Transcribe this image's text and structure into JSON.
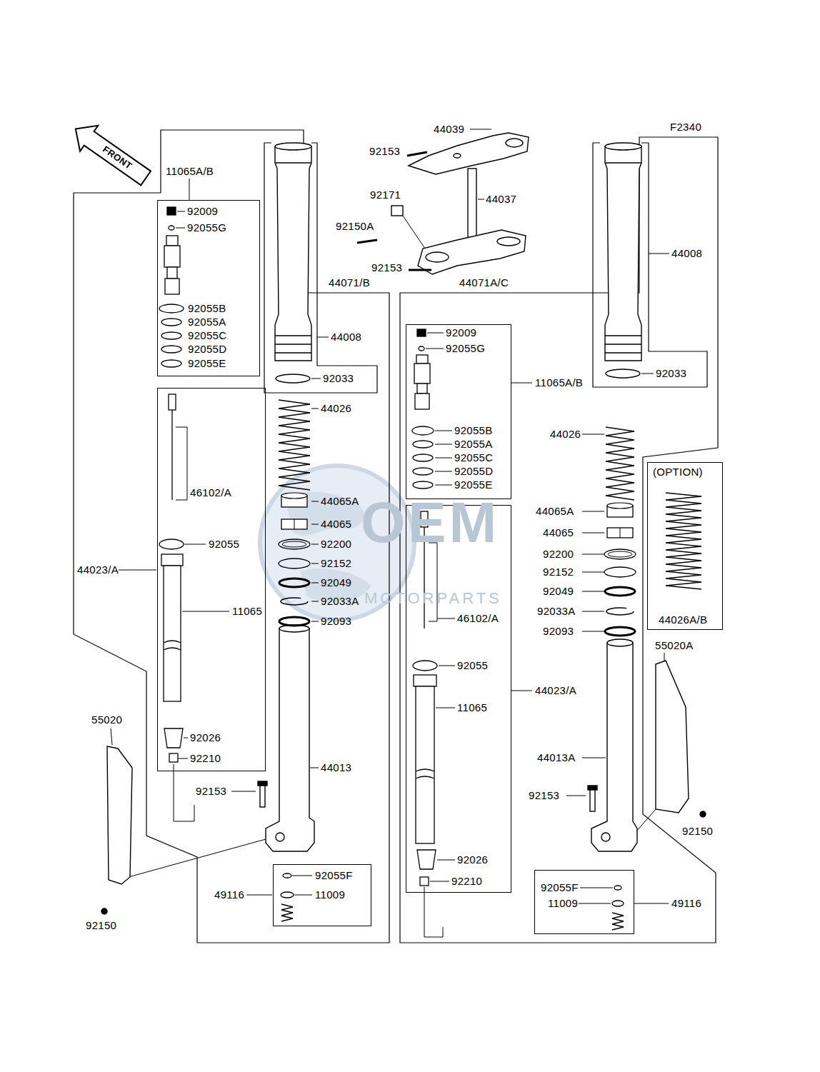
{
  "diagram": {
    "nodes": [
      {
        "text": [
          "11065A/B",
          "92009",
          "92055G",
          "92055B",
          "92055A",
          "92055C",
          "92055D",
          "92055E"
        ]
      },
      {
        "text": [
          "44023/A",
          "46102/A",
          "92055",
          "11065",
          "92026",
          "92210"
        ]
      },
      {
        "text": [
          "49116",
          "92055F",
          "11009"
        ]
      },
      {
        "text": [
          "11065A/B",
          "92009",
          "92055G",
          "92055B",
          "92055A",
          "92055C",
          "92055D",
          "92055E"
        ]
      },
      {
        "text": [
          "44023/A",
          "46102/A",
          "92055",
          "11065",
          "92026",
          "92210"
        ]
      },
      {
        "text": [
          "(OPTION)",
          "44026A/B"
        ]
      },
      {
        "text": [
          "92055F",
          "11009",
          "49116"
        ]
      }
    ],
    "labels": [
      "F2340",
      "FRONT",
      "44039",
      "92153",
      "92171",
      "44037",
      "92150A",
      "92153",
      "44071/B",
      "44071A/C",
      "44008",
      "92033",
      "44026",
      "44065A",
      "44065",
      "92200",
      "92152",
      "92049",
      "92033A",
      "92093",
      "44013",
      "92153",
      "55020",
      "92150",
      "44008",
      "92033",
      "44026",
      "44065A",
      "44065",
      "92200",
      "92152",
      "92049",
      "92033A",
      "92093",
      "55020A",
      "44013A",
      "92153",
      "92150",
      "OEM",
      "MOTORPARTS"
    ]
  }
}
